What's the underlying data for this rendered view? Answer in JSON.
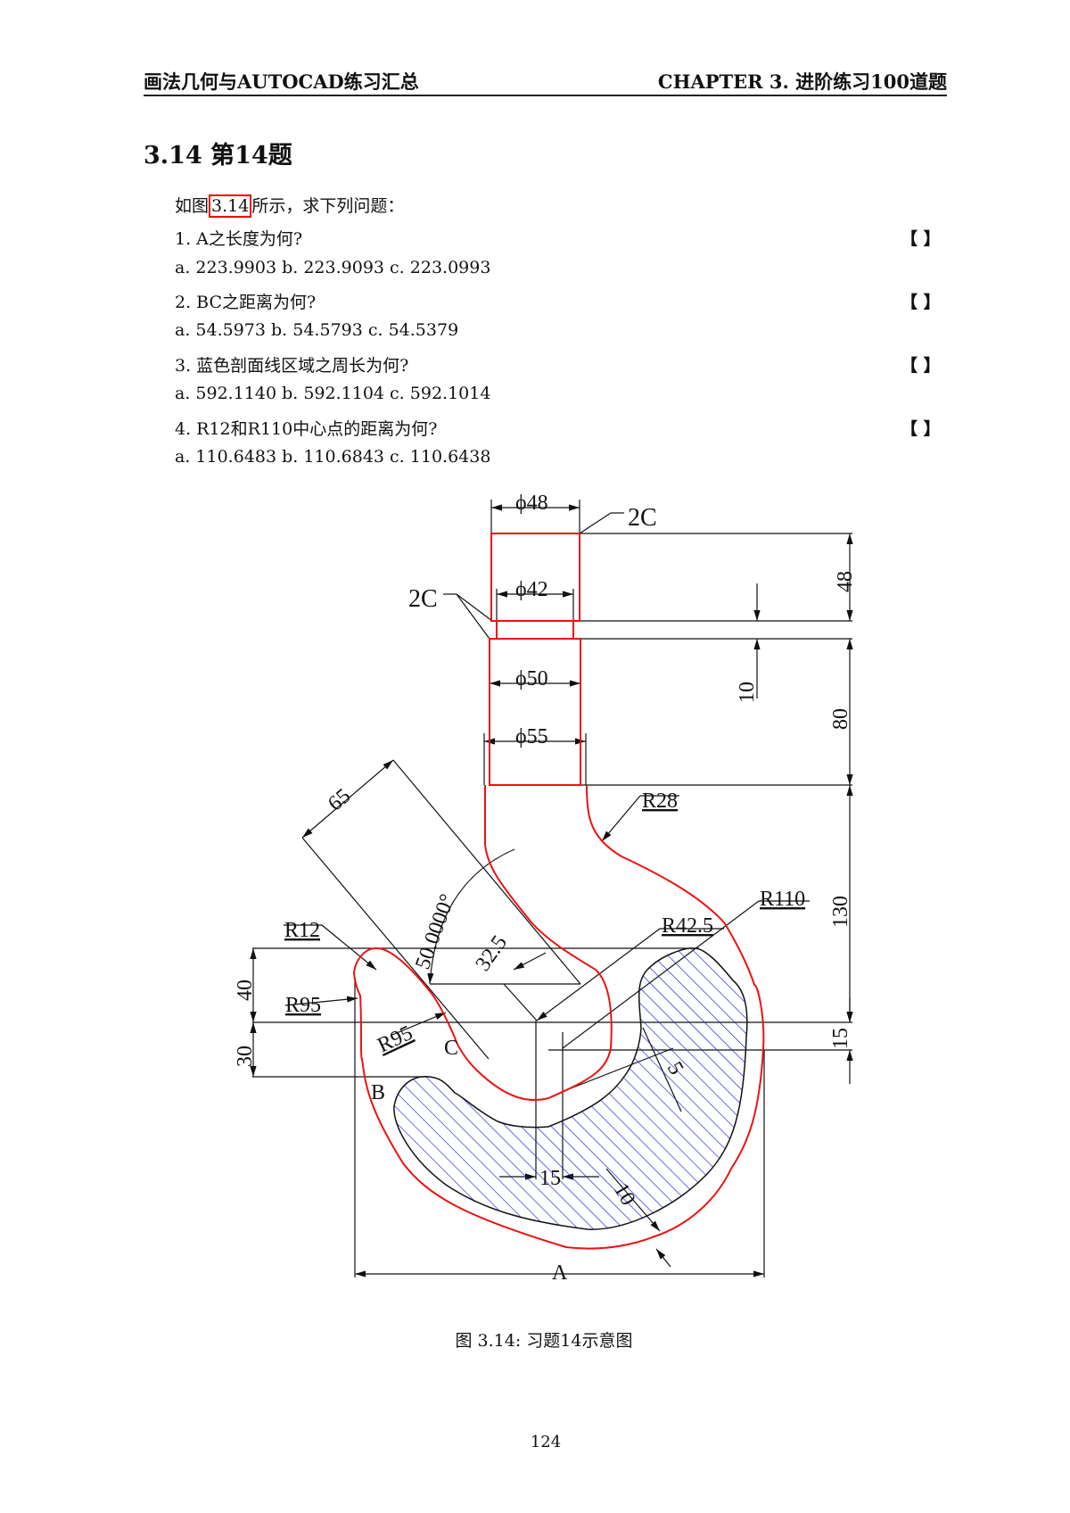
{
  "header": {
    "left": "画法几何与AUTOCAD练习汇总",
    "right": "CHAPTER 3.  进阶练习100道题"
  },
  "section": {
    "title": "3.14   第14题"
  },
  "intro": {
    "before": "如图",
    "ref": "3.14",
    "after": "所示，求下列问题："
  },
  "questions": [
    {
      "q": "1. A之长度为何?",
      "options": "a. 223.9903 b. 223.9093 c. 223.0993",
      "bracket": "【  】"
    },
    {
      "q": "2. BC之距离为何?",
      "options": "a. 54.5973 b. 54.5793 c. 54.5379",
      "bracket": "【  】"
    },
    {
      "q": "3. 蓝色剖面线区域之周长为何?",
      "options": "a. 592.1140 b. 592.1104 c. 592.1014",
      "bracket": "【  】"
    },
    {
      "q": "4. R12和R110中心点的距离为何?",
      "options": "a. 110.6483 b. 110.6843 c. 110.6438",
      "bracket": "【  】"
    }
  ],
  "drawing": {
    "d48": "ϕ48",
    "d42": "ϕ42",
    "d50": "ϕ50",
    "d55": "ϕ55",
    "c2_top": "2C",
    "c2_left": "2C",
    "v48": "48",
    "v10": "10",
    "v80": "80",
    "v130": "130",
    "v15": "15",
    "l40": "40",
    "l30": "30",
    "r28": "R28",
    "r110": "R110",
    "r42": "R42.5",
    "r12": "R12",
    "r95a": "R95",
    "r95b": "R95",
    "d65": "65",
    "ang": "50.0000°",
    "d325": "32.5",
    "pB": "B",
    "pC": "C",
    "h15": "15",
    "t5": "5",
    "t10": "10",
    "A": "A"
  },
  "colors": {
    "outline": "#ee1111",
    "hatch": "#1a1aee",
    "dim": "#111111"
  },
  "caption": "图 3.14: 习题14示意图",
  "page_number": "124"
}
